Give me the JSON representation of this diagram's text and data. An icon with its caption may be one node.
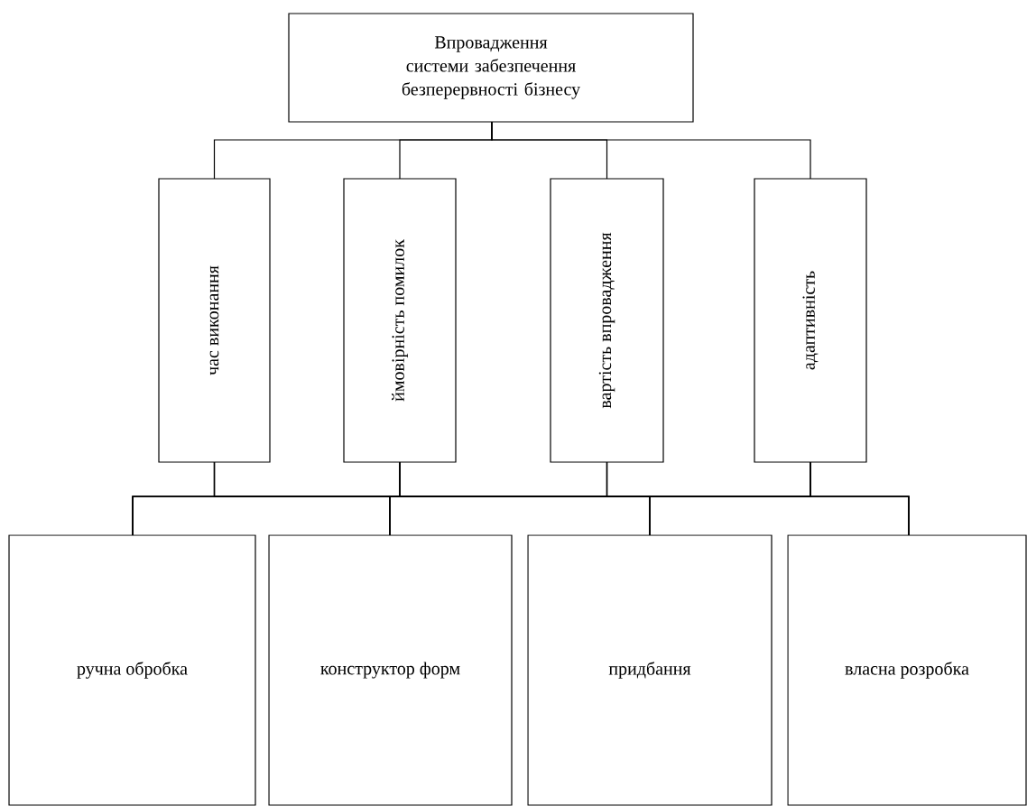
{
  "diagram": {
    "nodes": [
      {
        "text": [
          "Впровадження системи забезпечення безперервності бізнесу"
        ]
      },
      {
        "text": [
          "час виконання"
        ]
      },
      {
        "text": [
          "ймовірність помилок"
        ]
      },
      {
        "text": [
          "вартість впровадження"
        ]
      },
      {
        "text": [
          "адаптивність"
        ]
      },
      {
        "text": [
          "ручна обробка"
        ]
      },
      {
        "text": [
          "конструктор форм"
        ]
      },
      {
        "text": [
          "придбання"
        ]
      },
      {
        "text": [
          "власна розробка"
        ]
      }
    ],
    "edges": [
      {
        "from": 0,
        "to": 1,
        "arrow": "none"
      },
      {
        "from": 0,
        "to": 2,
        "arrow": "none"
      },
      {
        "from": 0,
        "to": 3,
        "arrow": "none"
      },
      {
        "from": 0,
        "to": 4,
        "arrow": "none"
      },
      {
        "from": 1,
        "to": 5,
        "arrow": "none"
      },
      {
        "from": 1,
        "to": 6,
        "arrow": "none"
      },
      {
        "from": 1,
        "to": 7,
        "arrow": "none"
      },
      {
        "from": 1,
        "to": 8,
        "arrow": "none"
      },
      {
        "from": 2,
        "to": 5,
        "arrow": "none"
      },
      {
        "from": 2,
        "to": 6,
        "arrow": "none"
      },
      {
        "from": 2,
        "to": 7,
        "arrow": "none"
      },
      {
        "from": 2,
        "to": 8,
        "arrow": "none"
      },
      {
        "from": 3,
        "to": 5,
        "arrow": "none"
      },
      {
        "from": 3,
        "to": 6,
        "arrow": "none"
      },
      {
        "from": 3,
        "to": 7,
        "arrow": "none"
      },
      {
        "from": 3,
        "to": 8,
        "arrow": "none"
      },
      {
        "from": 4,
        "to": 5,
        "arrow": "none"
      },
      {
        "from": 4,
        "to": 6,
        "arrow": "none"
      },
      {
        "from": 4,
        "to": 7,
        "arrow": "none"
      },
      {
        "from": 4,
        "to": 8,
        "arrow": "none"
      }
    ]
  }
}
